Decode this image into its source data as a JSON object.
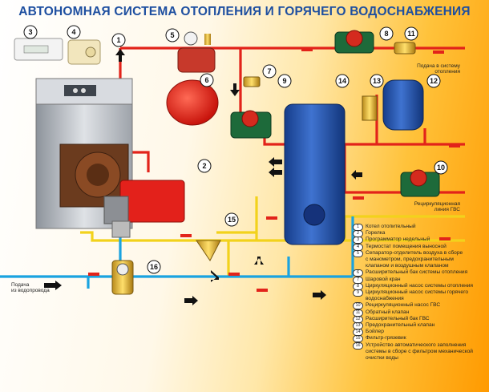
{
  "title": "АВТОНОМНАЯ СИСТЕМА ОТОПЛЕНИЯ И ГОРЯЧЕГО ВОДОСНАБЖЕНИЯ",
  "labels": {
    "supply_to_heating_line1": "Подача в систему",
    "supply_to_heating_line2": "отопления",
    "recirculation_line1": "Рециркуляционная",
    "recirculation_line2": "линия ГВС",
    "water_supply_line1": "Подача",
    "water_supply_line2": "из водопровода"
  },
  "callouts": [
    "1",
    "2",
    "3",
    "4",
    "5",
    "6",
    "7",
    "8",
    "9",
    "10",
    "11",
    "12",
    "13",
    "14",
    "15",
    "16"
  ],
  "legend": [
    {
      "n": "1",
      "text": "Котел отопительный"
    },
    {
      "n": "2",
      "text": "Горелка"
    },
    {
      "n": "3",
      "text": "Программатор недельный"
    },
    {
      "n": "4",
      "text": "Термостат помещения выносной"
    },
    {
      "n": "5",
      "text": "Сепаратор-отделитель воздуха в сборе"
    },
    {
      "n": "",
      "text": "с манометром, предохранительным"
    },
    {
      "n": "",
      "text": "клапаном и воздушным клапаном"
    },
    {
      "n": "6",
      "text": "Расширительный бак системы отопления"
    },
    {
      "n": "7",
      "text": "Шаровой кран"
    },
    {
      "n": "8",
      "text": "Циркуляционный насос системы отопления"
    },
    {
      "n": "9",
      "text": "Циркуляционный насос системы горячего"
    },
    {
      "n": "",
      "text": "водоснабжения"
    },
    {
      "n": "10",
      "text": "Рециркуляционный насос ГВС"
    },
    {
      "n": "11",
      "text": "Обратный клапан"
    },
    {
      "n": "12",
      "text": "Расширительный бак ГВС"
    },
    {
      "n": "13",
      "text": "Предохранительный клапан"
    },
    {
      "n": "14",
      "text": "Бойлер"
    },
    {
      "n": "15",
      "text": "Фильтр-грязевик"
    },
    {
      "n": "16",
      "text": "Устройство автоматического заполнения"
    },
    {
      "n": "",
      "text": "системы в сборе с фильтром механической"
    },
    {
      "n": "",
      "text": "очистки воды"
    }
  ],
  "colors": {
    "title": "#1e4fa0",
    "hot_pipe": "#e2231a",
    "return_pipe": "#f2d21c",
    "cold_pipe": "#1aa3e0",
    "boiler_body": "#b9bdc4",
    "burner": "#e3211b",
    "tank_red": "#e2231a",
    "tank_blue": "#1f4fa8",
    "pump_body": "#1d6a3a"
  }
}
